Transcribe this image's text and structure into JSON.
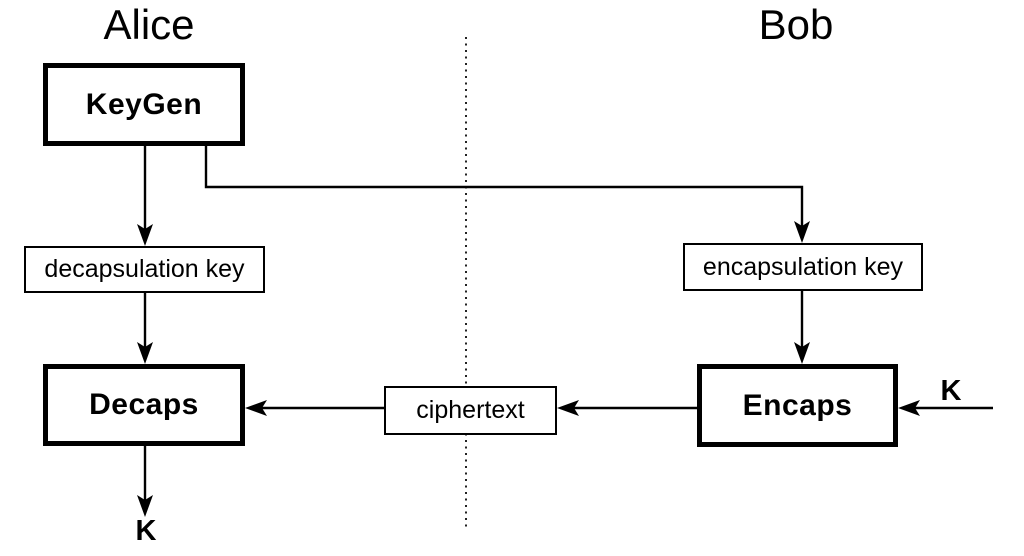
{
  "diagram": {
    "title_left": "Alice",
    "title_right": "Bob",
    "boxes": {
      "keygen": "KeyGen",
      "decapsulation_key": "decapsulation key",
      "decaps": "Decaps",
      "encapsulation_key": "encapsulation key",
      "encaps": "Encaps",
      "ciphertext": "ciphertext"
    },
    "labels": {
      "shared_key_output": "K",
      "shared_key_input": "K"
    },
    "colors": {
      "stroke": "#000000",
      "divider": "#222222",
      "background": "#ffffff"
    }
  }
}
